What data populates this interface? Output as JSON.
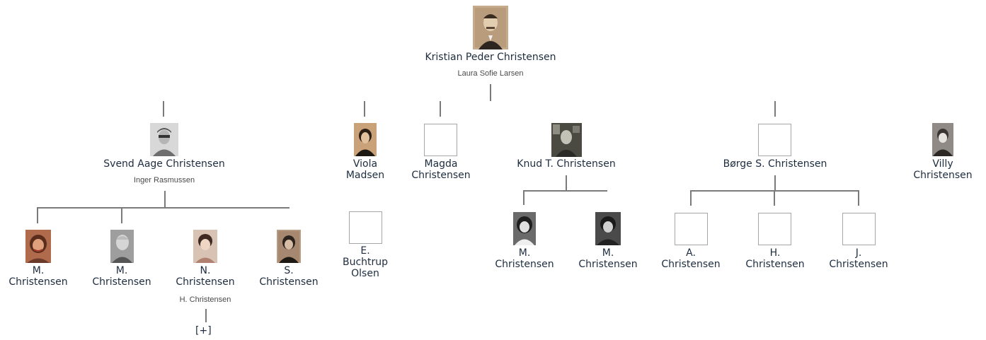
{
  "tree": {
    "root": {
      "name": "Kristian Peder Christensen",
      "spouse": "Laura Sofie Larsen"
    },
    "children": [
      {
        "name": "Svend Aage Christensen",
        "spouse": "Inger Rasmussen"
      },
      {
        "name": "Viola\nMadsen"
      },
      {
        "name": "Magda\nChristensen"
      },
      {
        "name": "Knud T. Christensen"
      },
      {
        "name": "Børge S. Christensen"
      },
      {
        "name": "Villy\nChristensen"
      },
      {
        "name": "E.\nBuchtrup\nOlsen"
      }
    ],
    "grandchildren": [
      {
        "name": "M.\nChristensen"
      },
      {
        "name": "M.\nChristensen"
      },
      {
        "name": "N.\nChristensen",
        "spouse": "H. Christensen"
      },
      {
        "name": "S.\nChristensen"
      },
      {
        "name": "M.\nChristensen"
      },
      {
        "name": "M.\nChristensen"
      },
      {
        "name": "A.\nChristensen"
      },
      {
        "name": "H.\nChristensen"
      },
      {
        "name": "J.\nChristensen"
      }
    ],
    "expand_label": "[+]"
  }
}
